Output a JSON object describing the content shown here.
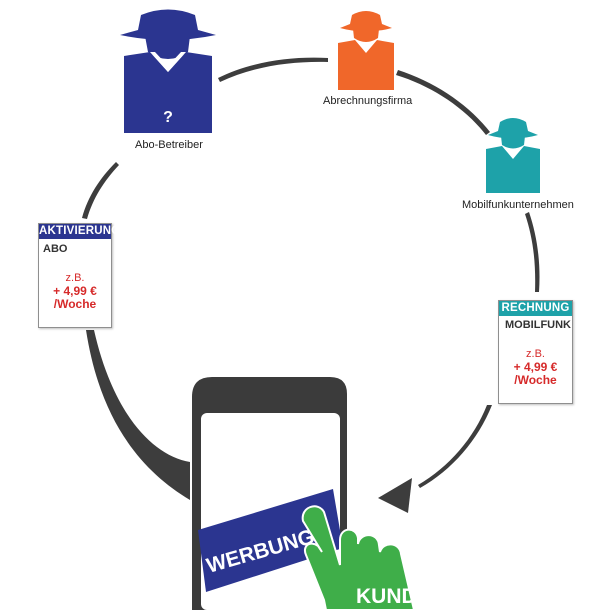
{
  "actors": {
    "abo_betreiber": {
      "label": "Abo-Betreiber",
      "mark": "?",
      "color": "#2b3590"
    },
    "abrechnungsfirma": {
      "label": "Abrechnungsfirma",
      "color": "#f0672a"
    },
    "mobilfunkunternehmen": {
      "label": "Mobilfunkunternehmen",
      "color": "#1ea2a9"
    }
  },
  "cards": {
    "aktivierung": {
      "header": "AKTIVIERUNG",
      "subheader": "ABO",
      "prefix": "z.B.",
      "amount": "+ 4,99 €",
      "period": "/Woche",
      "header_color": "#2b3590"
    },
    "rechnung": {
      "header": "RECHNUNG",
      "subheader": "MOBILFUNK",
      "prefix": "z.B.",
      "amount": "+ 4,99 €",
      "period": "/Woche",
      "header_color": "#1ea2a9"
    }
  },
  "phone": {
    "banner": "WERBUNG",
    "banner_color": "#2b3590",
    "body_color": "#3b3b3b"
  },
  "hand": {
    "label": "KUNDE",
    "color": "#3fae49"
  },
  "arrows": {
    "color": "#3d3d3d"
  }
}
